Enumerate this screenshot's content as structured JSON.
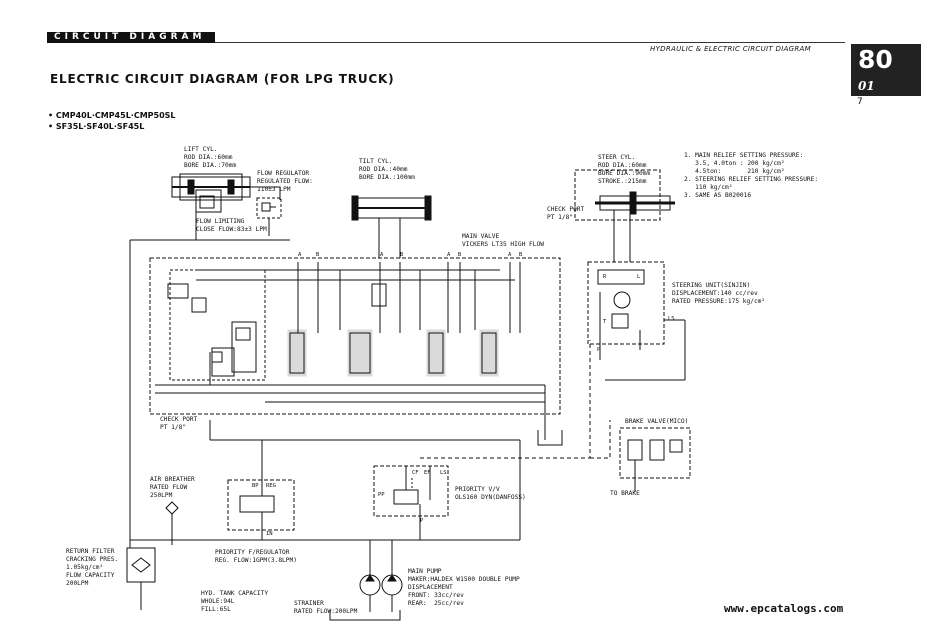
{
  "header": {
    "section_bar": "CIRCUIT DIAGRAM",
    "subtitle": "HYDRAULIC & ELECTRIC CIRCUIT DIAGRAM",
    "page_number": "80",
    "page_section": "01",
    "page_sub": "7"
  },
  "title": "ELECTRIC CIRCUIT DIAGRAM (FOR LPG TRUCK)",
  "models": [
    "• CMP40L·CMP45L·CMP50SL",
    "• SF35L·SF40L·SF45L"
  ],
  "labels": {
    "lift_cyl": "LIFT CYL.\nROD DIA.:60mm\nBORE DIA.:70mm",
    "flow_regulator": "FLOW REGULATOR\nREGULATED FLOW:\n110±3 LPM",
    "flow_limiting": "FLOW LIMITING\nCLOSE FLOW:83±3 LPM",
    "tilt_cyl": "TILT CYL.\nROD DIA.:40mm\nBORE DIA.:100mm",
    "main_valve": "MAIN VALVE\nVICKERS LT35 HIGH FLOW",
    "steer_cyl": "STEER CYL.\nROD DIA.:60mm\nBORE DIA.:90mm\nSTROKE.:215mm",
    "check_port_top": "CHECK PORT\nPT 1/8\"",
    "notes": "1. MAIN RELIEF SETTING PRESSURE:\n   3.5, 4.0ton : 200 kg/cm²\n   4.5ton:       210 kg/cm²\n2. STEERING RELIEF SETTING PRESSURE:\n   110 kg/cm²\n3. SAME AS B020016",
    "steering_unit": "STEERING UNIT(SINJIN)\nDISPLACEMENT:140 cc/rev\nRATED PRESSURE:175 kg/cm²",
    "check_port_left": "CHECK PORT\nPT 1/8\"",
    "brake_valve": "BRAKE VALVE(MICO)",
    "to_brake": "TO BRAKE",
    "air_breather": "AIR BREATHER\nRATED FLOW\n250LPM",
    "priority_vv": "PRIORITY V/V\nOLS160 DYN(DANFOSS)",
    "priority_regulator": "PRIORITY F/REGULATOR\nREG. FLOW:1GPM(3.8LPM)",
    "return_filter": "RETURN FILTER\nCRACKING PRES.\n1.05kg/cm²\nFLOW CAPACITY\n200LPM",
    "tank": "HYD. TANK CAPACITY\nWHOLE:94L\nFILL:65L",
    "strainer": "STRAINER\nRATED FLOW:200LPM",
    "main_pump": "MAIN PUMP\nMAKER:HALDEX W1500 DOUBLE PUMP\nDISPLACEMENT\nFRONT: 33cc/rev\nREAR:  25cc/rev"
  },
  "ports": {
    "a": "A",
    "b": "B",
    "ls": "LS",
    "p": "P",
    "t": "T",
    "r": "R",
    "l": "L",
    "cf": "CF",
    "ef": "EF",
    "pp": "PP",
    "bp": "BP",
    "reg": "REG",
    "in": "IN"
  },
  "footer": "www.epcatalogs.com"
}
